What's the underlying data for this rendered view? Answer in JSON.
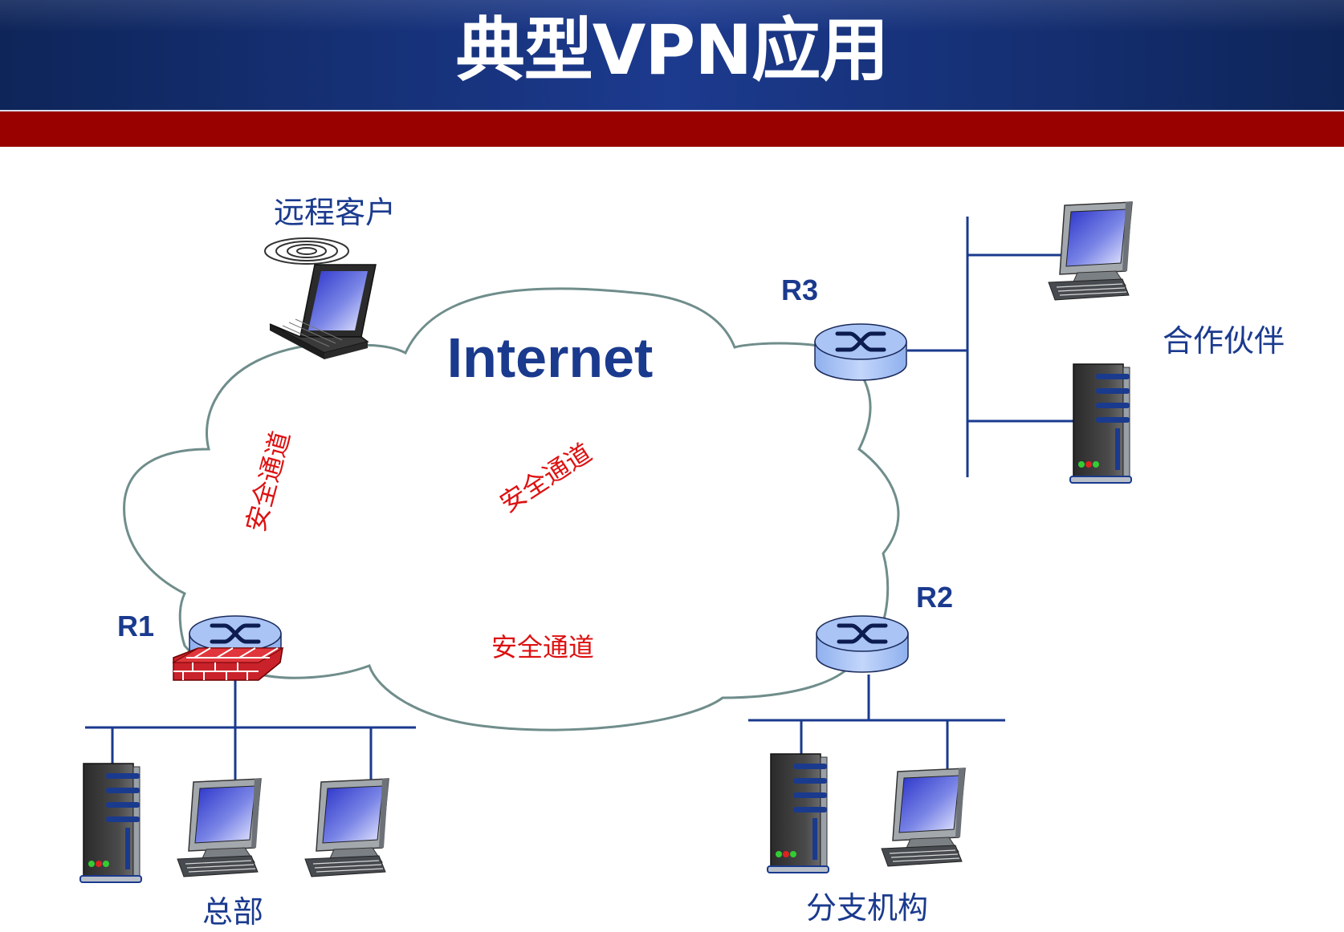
{
  "title": "典型VPN应用",
  "cloud_label": "Internet",
  "colors": {
    "title_bg": "#1a3586",
    "band": "#990000",
    "link": "#1a3a8e",
    "tunnel_text": "#dd1111",
    "cloud_stroke": "#6f8d8b",
    "router_fill": "#a9c4f5"
  },
  "routers": {
    "r1": "R1",
    "r2": "R2",
    "r3": "R3"
  },
  "sites": {
    "remote_client": "远程客户",
    "partner": "合作伙伴",
    "headquarters": "总部",
    "branch": "分支机构"
  },
  "tunnels": [
    "安全通道",
    "安全通道",
    "安全通道"
  ],
  "icons": [
    "laptop-icon",
    "wireless-icon",
    "router-icon",
    "firewall-icon",
    "server-icon",
    "desktop-icon"
  ]
}
